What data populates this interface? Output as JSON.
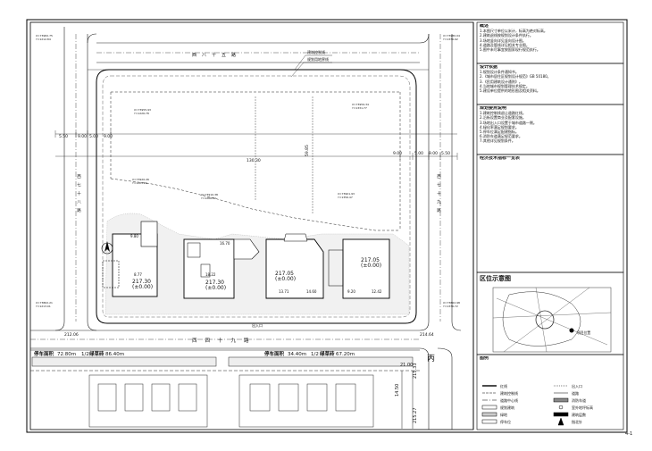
{
  "notes": {
    "general_title": "概述",
    "general_lines": [
      "1.本图尺寸单位以米计，标高为绝对标高。",
      "2.建筑退线按规划设计条件执行。",
      "3.场地竖向详见竖向设计图。",
      "4.道路及管线详见相关专业图。",
      "5.图中未尽事宜按国家现行规范执行。"
    ],
    "design_basis_title": "设计依据",
    "design_basis_lines": [
      "1.规划设计条件通知书。",
      "2.《城市居住区规划设计规范》GB 50180。",
      "3.《民用建筑设计通则》。",
      "4.当地城市规划管理技术规定。",
      "5.建设单位提供的地形图及相关资料。"
    ],
    "planning_title": "规划要点说明",
    "planning_lines": [
      "1.建筑控制线退让道路红线。",
      "2.沿街设置商业及配套设施。",
      "3.场地出入口设置于城市道路一侧。",
      "4.绿化率满足规划要求。",
      "5.停车位满足配建指标。",
      "6.消防车道满足规范要求。",
      "7.其他详见规划条件。"
    ],
    "indicator_title": "经济技术指标一览表",
    "location_title": "区位示意图",
    "location_label": "项目位置",
    "legend_title": "图例",
    "legend_items": [
      "红线",
      "建筑控制线",
      "道路中心线",
      "规划建筑",
      "绿地",
      "停车位",
      "出入口",
      "道路",
      "消防车道",
      "室外地坪标高",
      "建筑层数",
      "指北针"
    ],
    "page_mark": "4-1"
  },
  "roads": {
    "north": "西八十五路",
    "south": "西四十九路",
    "west": "西七十八路",
    "east": "西七十九路",
    "corner": "丙"
  },
  "dims": {
    "length_main": "130.30",
    "depth_main": "59.85",
    "setback_a": "5.50",
    "setback_b": "9.00",
    "setback_c": "5.00",
    "setback_d": "9.00",
    "setback_e": "9.00",
    "setback_f": "5.00",
    "setback_g": "9.00",
    "setback_h": "5.50",
    "east_gap": "21.00",
    "east_width": "14.50"
  },
  "buildings": [
    {
      "elev": "217.30",
      "zero": "(±0.00)",
      "w": "9.80",
      "d": "8.77"
    },
    {
      "elev": "217.30",
      "zero": "(±0.00)",
      "w": "16.70",
      "d": "18.22"
    },
    {
      "elev": "217.05",
      "zero": "(±0.00)",
      "w": "13.71",
      "d": "14.60"
    },
    {
      "elev": "217.05",
      "zero": "(±0.00)",
      "w": "9.20",
      "d": "12.42"
    }
  ],
  "site": {
    "spot_w": "212.06",
    "spot_e": "214.64",
    "spot_se1": "215.33",
    "spot_se2": "215.27",
    "boundary_label": "建筑控制线",
    "planning_label": "规划用地界线",
    "entrance_label": "出入口"
  },
  "parking": [
    {
      "label": "停车面积",
      "value": "72.80m",
      "half": "1/2",
      "extra_label": "绿草砖",
      "extra": "86.40m"
    },
    {
      "label": "停车面积",
      "value": "34.40m",
      "half": "1/2",
      "extra_label": "绿草砖",
      "extra": "67.20m"
    }
  ]
}
